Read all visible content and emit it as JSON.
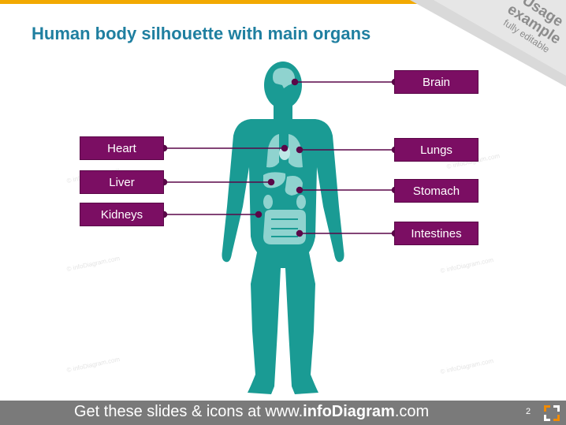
{
  "title": "Human body silhouette with main organs",
  "ribbon": {
    "line1": "Usage",
    "line2": "example",
    "line3": "fully editable"
  },
  "labels": {
    "brain": "Brain",
    "heart": "Heart",
    "lungs": "Lungs",
    "liver": "Liver",
    "stomach": "Stomach",
    "kidneys": "Kidneys",
    "intestines": "Intestines"
  },
  "footer": {
    "prefix": "Get these slides & icons at www.",
    "brand": "infoDiagram",
    "suffix": ".com",
    "page_number": "2"
  },
  "watermark": "© infoDiagram.com",
  "colors": {
    "accent_bar": "#f2a900",
    "title": "#1f7fa0",
    "label_box": "#7b0e63",
    "connector": "#5a0748",
    "body": "#1a9b94",
    "organs": "#8fd3cf",
    "footer": "#7a7a7a",
    "logo": "#f08a00"
  }
}
